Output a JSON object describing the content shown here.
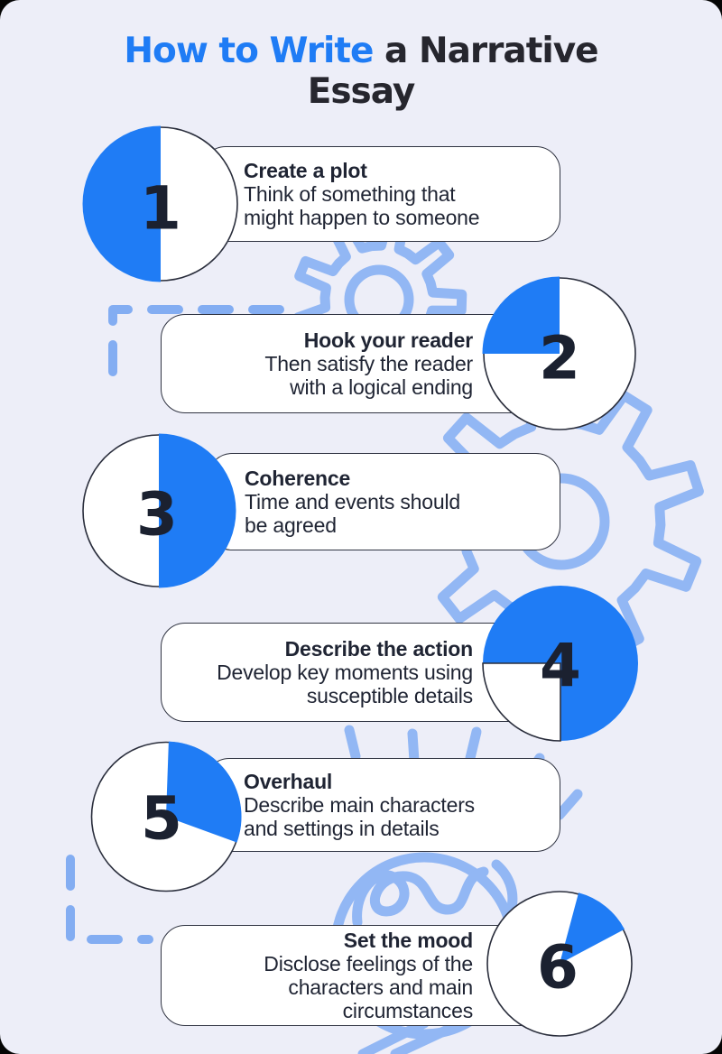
{
  "title": {
    "blue": "How to Write",
    "dark": " a Narrative",
    "line2": "Essay"
  },
  "steps": [
    {
      "number": "1",
      "title": "Create a plot",
      "lines": [
        "Think of something that",
        "might happen to someone"
      ],
      "pie_fraction": "1/2 filled (left half)"
    },
    {
      "number": "2",
      "title": "Hook your reader",
      "lines": [
        "Then satisfy the reader",
        "with a logical ending"
      ],
      "pie_fraction": "1/4 filled (top-left quarter)"
    },
    {
      "number": "3",
      "title": "Coherence",
      "lines": [
        "Time and events should",
        "be agreed"
      ],
      "pie_fraction": "1/2 filled (right half)"
    },
    {
      "number": "4",
      "title": "Describe the action",
      "lines": [
        "Develop key moments using",
        "susceptible details"
      ],
      "pie_fraction": "3/4 filled (bottom-left quarter empty)"
    },
    {
      "number": "5",
      "title": "Overhaul",
      "lines": [
        "Describe main characters",
        "and settings in details"
      ],
      "pie_fraction": "about 1/3 filled (top to lower-right)"
    },
    {
      "number": "6",
      "title": "Set the mood",
      "lines": [
        "Disclose feelings of the",
        "characters and main",
        "circumstances"
      ],
      "pie_fraction": "about 1/8 filled (upper-right wedge)"
    }
  ],
  "colors": {
    "background": "#EDEEF8",
    "accent": "#1F7CF5",
    "dark": "#26262E",
    "text": "#1F2433",
    "number": "#1B2130",
    "card_bg": "#FFFFFF",
    "card_border": "#303442",
    "circle_outline": "#2A2E3C",
    "decor": "#92B7F4",
    "dashes": "#83ADF2"
  }
}
